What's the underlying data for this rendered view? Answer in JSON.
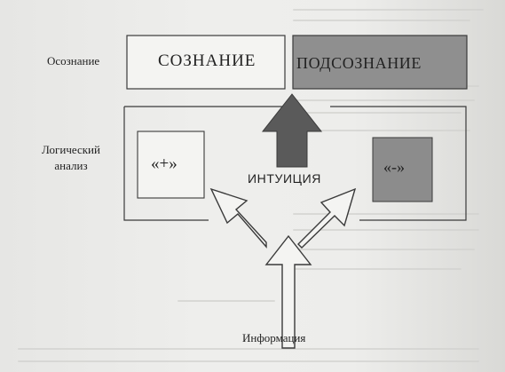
{
  "diagram": {
    "labels": {
      "left_top": "Осознание",
      "left_middle_line1": "Логический",
      "left_middle_line2": "анализ",
      "bottom": "Информация"
    },
    "boxes": {
      "consciousness": "СОЗНАНИЕ",
      "subconscious": "ПОДСОЗНАНИЕ",
      "plus": "«+»",
      "minus": "«-»",
      "intuition": "ИНТУИЦИЯ"
    },
    "colors": {
      "subconscious_fill": "#8f8f8f",
      "minus_fill": "#8c8c8c",
      "dark_arrow": "#5a5a5a",
      "outline": "#3a3a3a",
      "paper": "#f3f3f1"
    }
  }
}
